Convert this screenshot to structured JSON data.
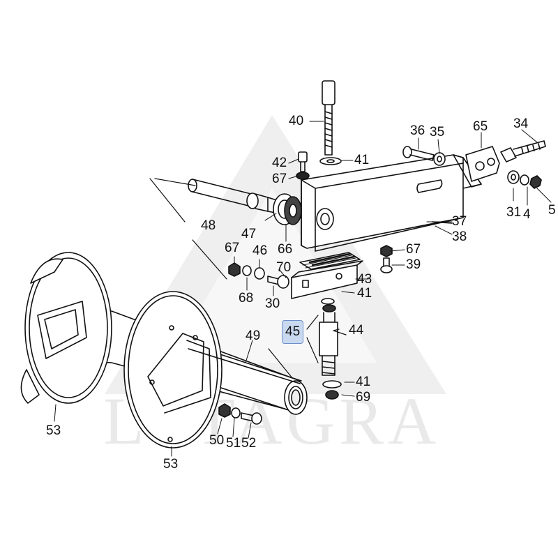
{
  "watermark": {
    "text": "LYTAGRA"
  },
  "labels": {
    "l40": "40",
    "l41a": "41",
    "l42": "42",
    "l67a": "67",
    "l36": "36",
    "l35": "35",
    "l65": "65",
    "l34": "34",
    "l31": "31",
    "l4": "4",
    "l5": "5",
    "l37": "37",
    "l38": "38",
    "l48": "48",
    "l47": "47",
    "l66": "66",
    "l67b": "67",
    "l46": "46",
    "l70": "70",
    "l68": "68",
    "l30": "30",
    "l67c": "67",
    "l39": "39",
    "l43": "43",
    "l41b": "41",
    "l45": "45",
    "l44": "44",
    "l49": "49",
    "l41c": "41",
    "l69": "69",
    "l53a": "53",
    "l53b": "53",
    "l50": "50",
    "l51": "51",
    "l52": "52"
  },
  "selected_label": "45",
  "colors": {
    "ink": "#111111",
    "highlight_fill": "#c9d9f0",
    "highlight_border": "#6d8fc7",
    "watermark": "#e9e9e9"
  }
}
